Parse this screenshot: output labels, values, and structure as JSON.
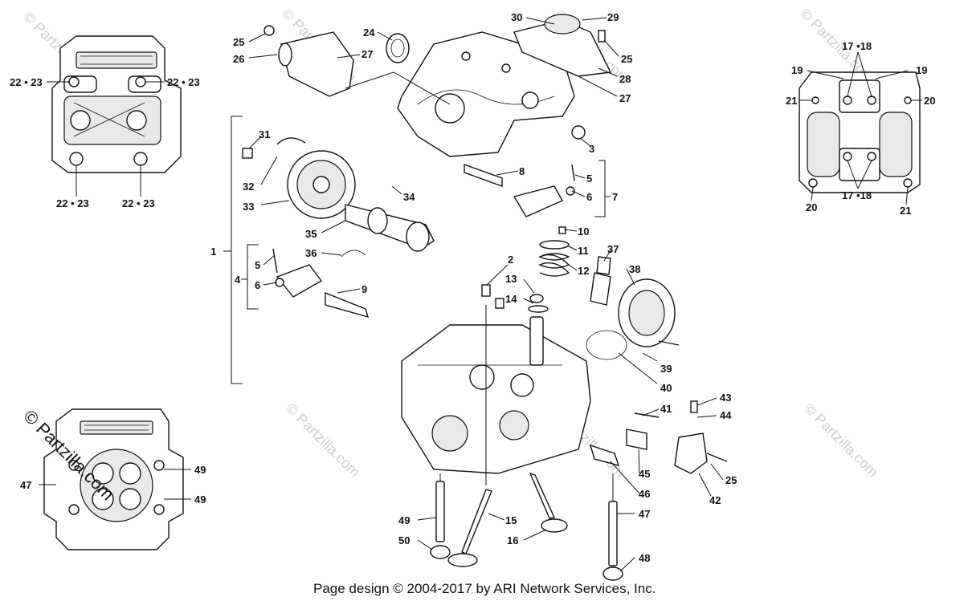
{
  "watermark": {
    "text": "© Partzilla.com",
    "large_text": "© Partzilla.com"
  },
  "footer": {
    "credit": "Page design © 2004-2017 by ARI Network Services, Inc."
  },
  "callouts": {
    "c1": "1",
    "c2": "2",
    "c3": "3",
    "c4": "4",
    "c5a": "5",
    "c5b": "5",
    "c6a": "6",
    "c6b": "6",
    "c7": "7",
    "c8": "8",
    "c9": "9",
    "c10": "10",
    "c11": "11",
    "c12": "12",
    "c13": "13",
    "c14": "14",
    "c15": "15",
    "c16": "16",
    "c24": "24",
    "c25a": "25",
    "c25b": "25",
    "c25c": "25",
    "c26": "26",
    "c27a": "27",
    "c27b": "27",
    "c28": "28",
    "c29": "29",
    "c30": "30",
    "c31": "31",
    "c32": "32",
    "c33": "33",
    "c34": "34",
    "c35": "35",
    "c36": "36",
    "c37": "37",
    "c38": "38",
    "c39": "39",
    "c40": "40",
    "c41": "41",
    "c42": "42",
    "c43": "43",
    "c44": "44",
    "c45": "45",
    "c46": "46",
    "c47": "47",
    "c48": "48",
    "c49": "49",
    "c50": "50"
  },
  "inset_top_left": {
    "label_tl": "22 • 23",
    "label_tr": "22 • 23",
    "label_bl": "22 • 23",
    "label_br": "22 • 23"
  },
  "inset_top_right": {
    "label_top": "17 •18",
    "label_bottom": "17 •18",
    "label_19l": "19",
    "label_19r": "19",
    "label_21l": "21",
    "label_21r": "21",
    "label_20l": "20",
    "label_20r": "20"
  },
  "inset_bottom_left": {
    "label_47": "47",
    "label_49a": "49",
    "label_49b": "49"
  }
}
